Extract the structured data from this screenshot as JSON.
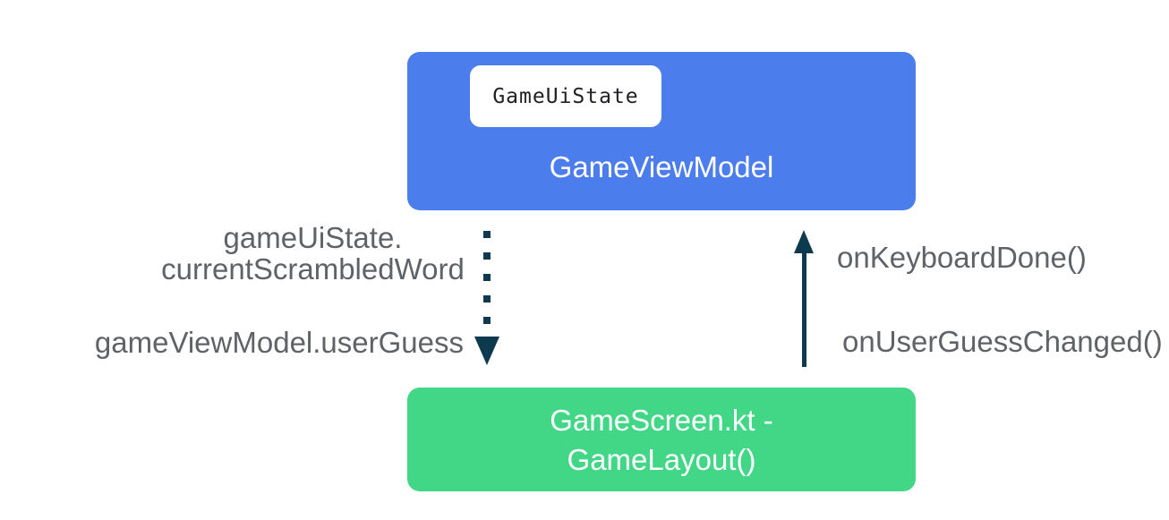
{
  "diagram": {
    "viewmodel_box": {
      "label": "GameViewModel"
    },
    "state_chip": {
      "label": "GameUiState"
    },
    "screen_box": {
      "line1": "GameScreen.kt -",
      "line2": "GameLayout()"
    },
    "labels": {
      "state_line1": "gameUiState.",
      "state_line2": "currentScrambledWord",
      "user_guess": "gameViewModel.userGuess",
      "keyboard_done": "onKeyboardDone()",
      "user_guess_changed": "onUserGuessChanged()"
    },
    "colors": {
      "viewmodel_blue": "#4c7dec",
      "screen_green": "#42d786",
      "arrow_navy": "#0e3a50",
      "label_gray": "#5f6368",
      "chip_background": "#ffffff",
      "chip_text": "#202124"
    }
  }
}
